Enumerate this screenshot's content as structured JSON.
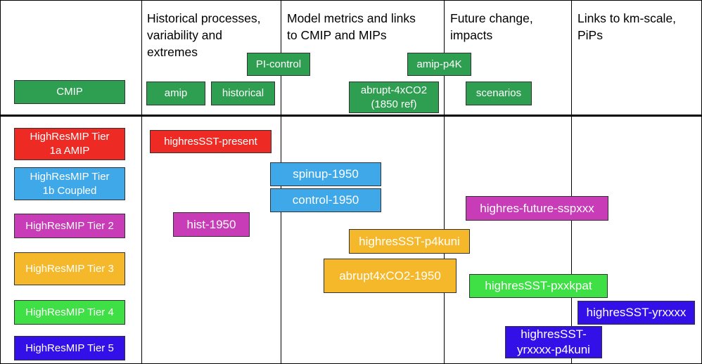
{
  "colors": {
    "cmip": "#2e9e50",
    "tier1a": "#ee2a24",
    "tier1b": "#3ea8e8",
    "tier2": "#c83cb8",
    "tier3": "#f5b82a",
    "tier4": "#3ee046",
    "tier5": "#3410e8"
  },
  "headers": {
    "historical": [
      "Historical processes,",
      "variability and",
      "extremes"
    ],
    "model_metrics": [
      "Model metrics and links",
      "to CMIP and MIPs"
    ],
    "future": [
      "Future change,",
      "impacts"
    ],
    "km_scale": [
      "Links to km-scale,",
      "PiPs"
    ]
  },
  "legend": {
    "cmip": "CMIP",
    "tier1a": [
      "HighResMIP Tier",
      "1a AMIP"
    ],
    "tier1b": [
      "HighResMIP Tier",
      "1b Coupled"
    ],
    "tier2": "HighResMIP Tier 2",
    "tier3": "HighResMIP Tier 3",
    "tier4": "HighResMIP Tier 4",
    "tier5": "HighResMIP Tier 5"
  },
  "cmip_experiments": {
    "pi_control": "PI-control",
    "amip_p4k": "amip-p4K",
    "amip": "amip",
    "historical": "historical",
    "abrupt_4xco2": [
      "abrupt-4xCO2",
      "(1850 ref)"
    ],
    "scenarios": "scenarios"
  },
  "highres_experiments": {
    "highressst_present": "highresSST-present",
    "spinup_1950": "spinup-1950",
    "control_1950": "control-1950",
    "highres_future": "highres-future-sspxxx",
    "hist_1950": "hist-1950",
    "highressst_p4kuni": "highresSST-p4kuni",
    "abrupt4xco2_1950": "abrupt4xCO2-1950",
    "highressst_pxxkpat": "highresSST-pxxkpat",
    "highressst_yrxxxx": "highresSST-yrxxxx",
    "highressst_yrxxxx_p4kuni": [
      "highresSST-",
      "yrxxxx-p4kuni"
    ]
  }
}
